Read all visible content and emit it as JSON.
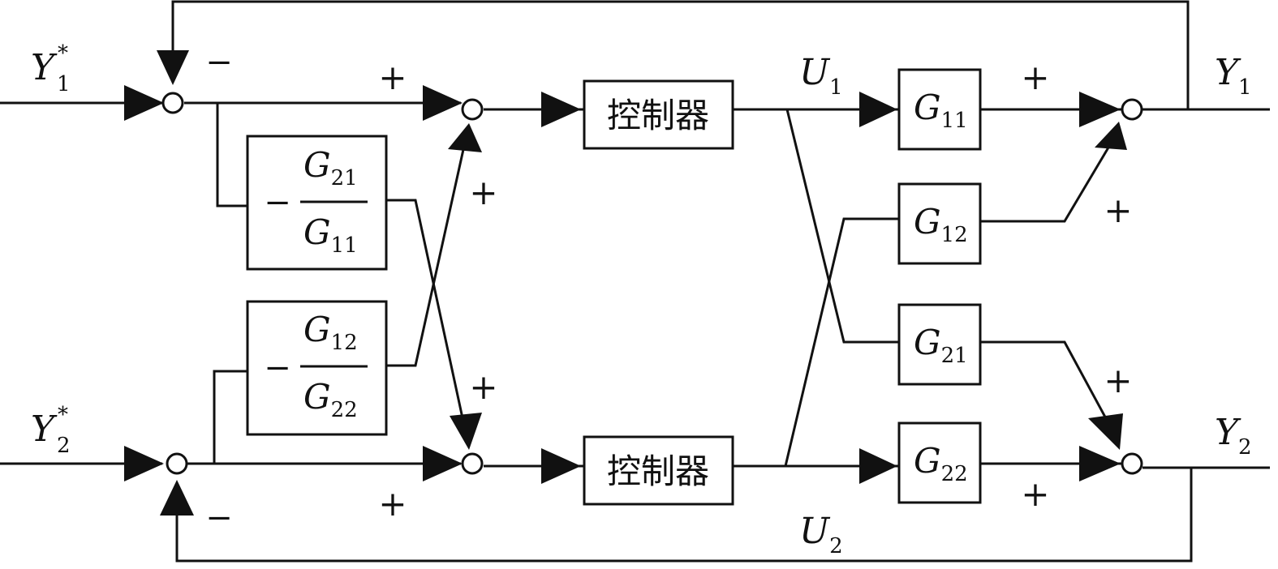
{
  "inputs": {
    "y1_ref": {
      "base": "Y",
      "sub": "1",
      "sup": "*"
    },
    "y2_ref": {
      "base": "Y",
      "sub": "2",
      "sup": "*"
    }
  },
  "outputs": {
    "y1": {
      "base": "Y",
      "sub": "1"
    },
    "y2": {
      "base": "Y",
      "sub": "2"
    }
  },
  "control_signals": {
    "u1": {
      "base": "U",
      "sub": "1"
    },
    "u2": {
      "base": "U",
      "sub": "2"
    }
  },
  "controllers": {
    "top": "控制器",
    "bottom": "控制器"
  },
  "decouplers": {
    "upper": {
      "minus": "−",
      "num_base": "G",
      "num_sub": "21",
      "den_base": "G",
      "den_sub": "11"
    },
    "lower": {
      "minus": "−",
      "num_base": "G",
      "num_sub": "12",
      "den_base": "G",
      "den_sub": "22"
    }
  },
  "plant": {
    "g11": {
      "base": "G",
      "sub": "11"
    },
    "g12": {
      "base": "G",
      "sub": "12"
    },
    "g21": {
      "base": "G",
      "sub": "21"
    },
    "g22": {
      "base": "G",
      "sub": "22"
    }
  },
  "signs": {
    "minus": "−",
    "plus": "+"
  }
}
